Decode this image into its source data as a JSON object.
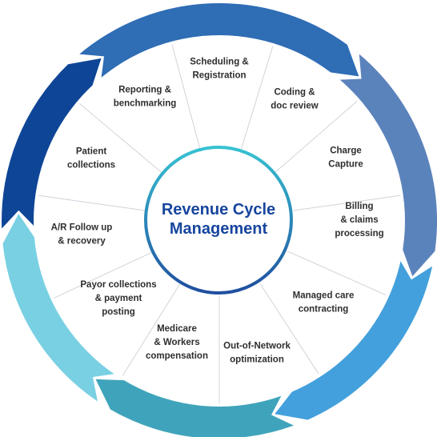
{
  "center": {
    "line1": "Revenue Cycle",
    "line2": "Management"
  },
  "segments": [
    {
      "id": "scheduling-registration",
      "lines": [
        "Scheduling &",
        "Registration"
      ]
    },
    {
      "id": "coding-doc-review",
      "lines": [
        "Coding &",
        "doc review"
      ]
    },
    {
      "id": "charge-capture",
      "lines": [
        "Charge",
        "Capture"
      ]
    },
    {
      "id": "billing-claims",
      "lines": [
        "Billing",
        "& claims",
        "processing"
      ]
    },
    {
      "id": "managed-care-contracting",
      "lines": [
        "Managed care",
        "contracting"
      ]
    },
    {
      "id": "out-of-network-optimization",
      "lines": [
        "Out-of-Network",
        "optimization"
      ]
    },
    {
      "id": "medicare-workers-comp",
      "lines": [
        "Medicare",
        "& Workers",
        "compensation"
      ]
    },
    {
      "id": "payor-collections",
      "lines": [
        "Payor collections",
        "& payment",
        "posting"
      ]
    },
    {
      "id": "ar-follow-up",
      "lines": [
        "A/R Follow up",
        "& recovery"
      ]
    },
    {
      "id": "patient-collections",
      "lines": [
        "Patient",
        "collections"
      ]
    },
    {
      "id": "reporting-benchmarking",
      "lines": [
        "Reporting &",
        "benchmarking"
      ]
    }
  ],
  "colors": {
    "arrow_top": "#2f6db5",
    "arrow_right": "#5b83bb",
    "arrow_right_lower": "#43a0dc",
    "arrow_bottom": "#3fa4bb",
    "arrow_left_lower": "#79d0e3",
    "arrow_left_upper": "#0e4596",
    "ring_inner": "#2b61ab",
    "center_title": "#17459e",
    "divider": "#cfd4da"
  }
}
